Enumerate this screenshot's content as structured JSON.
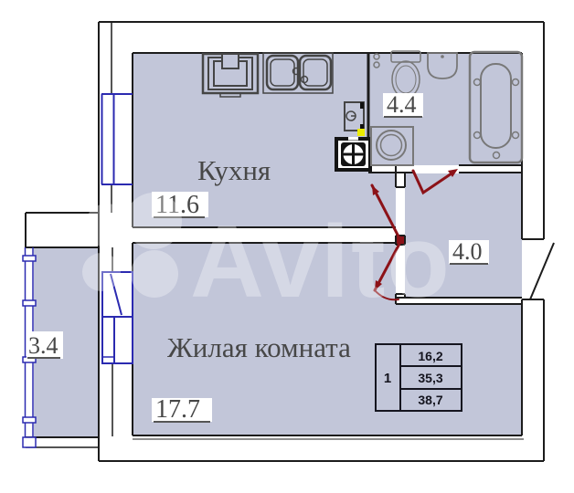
{
  "plan": {
    "type": "apartment-floor-plan",
    "rooms": [
      {
        "id": "kitchen",
        "label": "Кухня",
        "area": "11.6"
      },
      {
        "id": "living-room",
        "label": "Жилая комната",
        "area": "17.7"
      },
      {
        "id": "bathroom",
        "label": "",
        "area": "4.4"
      },
      {
        "id": "hallway",
        "label": "",
        "area": "4.0"
      },
      {
        "id": "balcony",
        "label": "",
        "area": "3.4"
      }
    ],
    "fixtures": [
      "stove",
      "double-sink",
      "water-heater",
      "washing-machine",
      "shower-tray",
      "toilet",
      "washbasin",
      "bathtub"
    ],
    "doors": [
      "kitchen-door",
      "living-room-door",
      "bathroom-door",
      "entrance-door",
      "balcony-door"
    ]
  },
  "text": {
    "kitchen_name": "Кухня",
    "kitchen_area": "11.6",
    "living_name": "Жилая комната",
    "living_area": "17.7",
    "bathroom_area": "4.4",
    "hall_area": "4.0",
    "balcony_area": "3.4"
  },
  "info_table": {
    "rooms_count": "1",
    "row1": "16,2",
    "row2": "35,3",
    "row3": "38,7"
  },
  "watermark": {
    "text": "Avito"
  },
  "colors": {
    "room_fill": "#c2c6d9",
    "wall_line": "#1c1c1c",
    "window_blue": "#2b2ab0",
    "door_red": "#8c1218",
    "label_gray": "#474747",
    "accent_yellow": "#ecec00",
    "background": "#ffffff"
  }
}
